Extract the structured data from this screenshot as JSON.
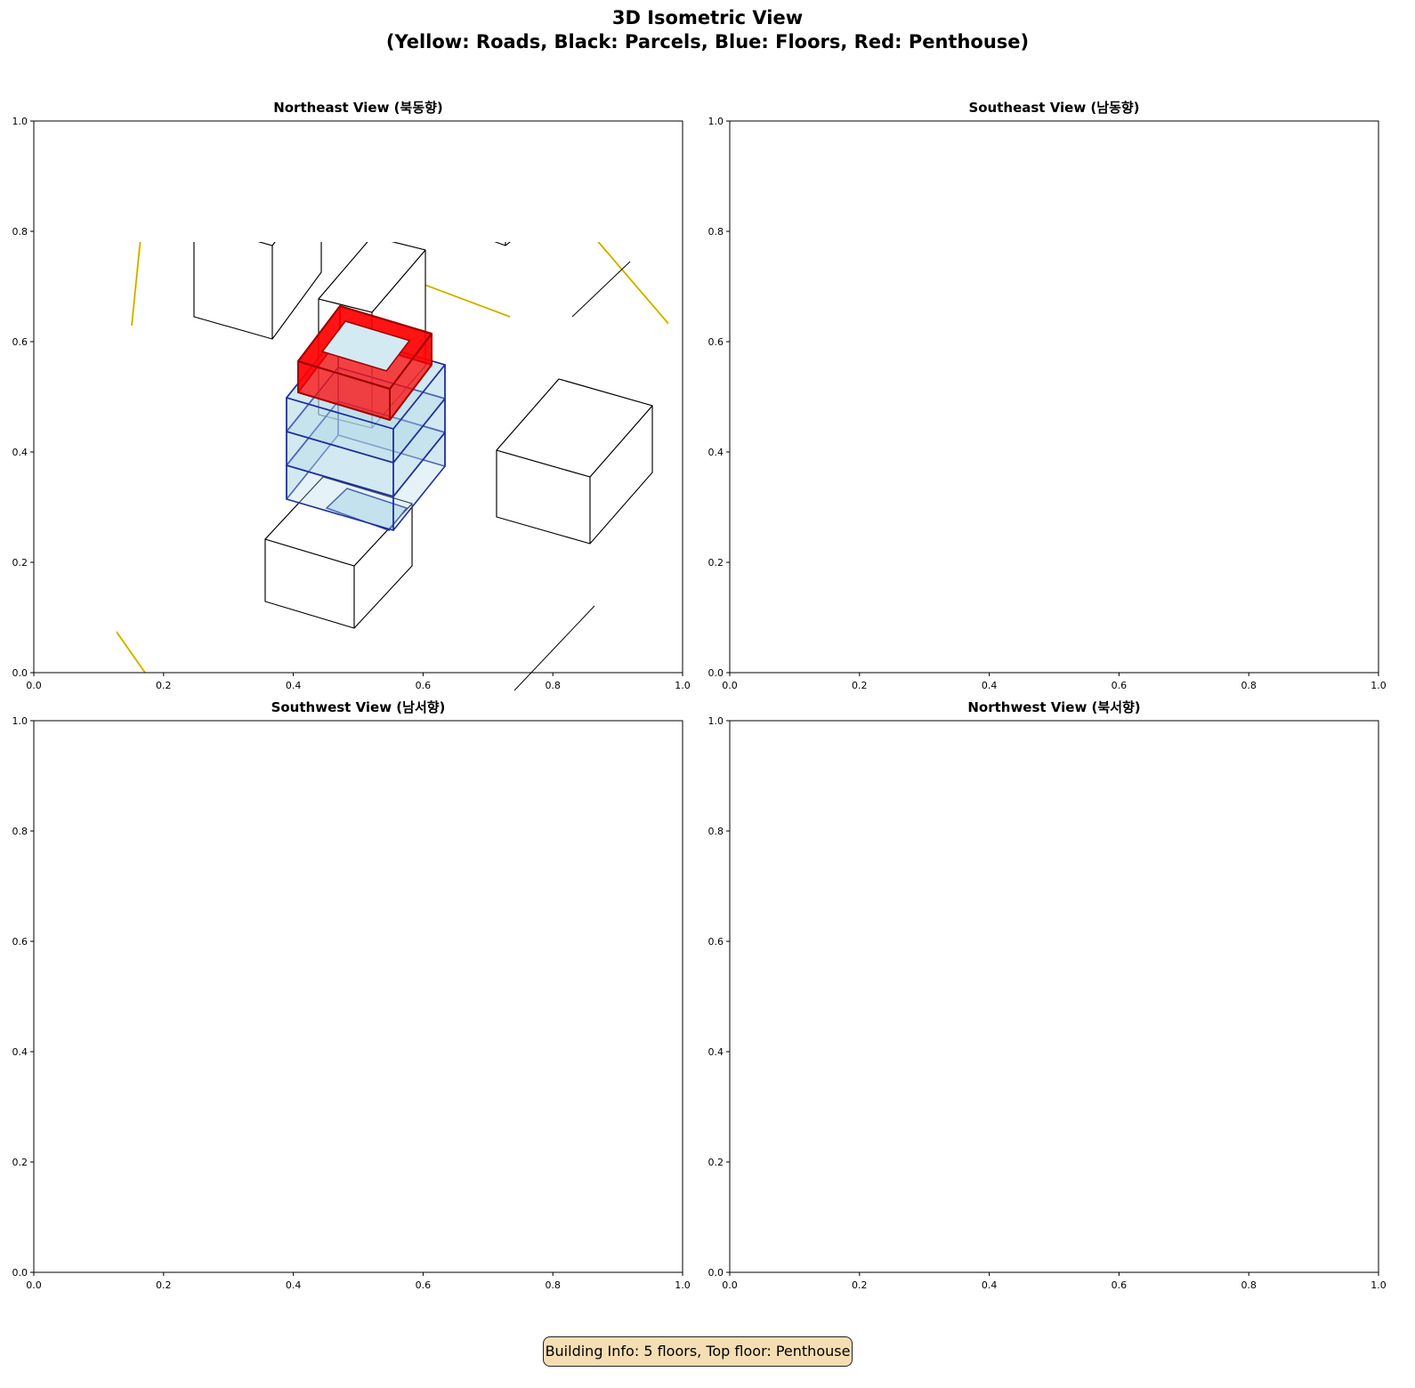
{
  "figure": {
    "title_line1": "3D Isometric View",
    "title_line2": "(Yellow: Roads, Black: Parcels, Blue: Floors, Red: Penthouse)",
    "info": "Building Info: 5 floors, Top floor: Penthouse"
  },
  "colors": {
    "road": "#ffd700",
    "parcel": "#000000",
    "floor": "#add8e6",
    "floor_edge": "#1f2fa0",
    "penthouse": "#ff0000",
    "penthouse_edge": "#a00000"
  },
  "panels": [
    {
      "title": "Northeast View (북동향)"
    },
    {
      "title": "Southeast View (남동향)"
    },
    {
      "title": "Southwest View (남서향)"
    },
    {
      "title": "Northwest View (북서향)"
    }
  ],
  "ticks": {
    "x": [
      "0.0",
      "0.2",
      "0.4",
      "0.6",
      "0.8",
      "1.0"
    ],
    "y": [
      "0.0",
      "0.2",
      "0.4",
      "0.6",
      "0.8",
      "1.0"
    ]
  }
}
